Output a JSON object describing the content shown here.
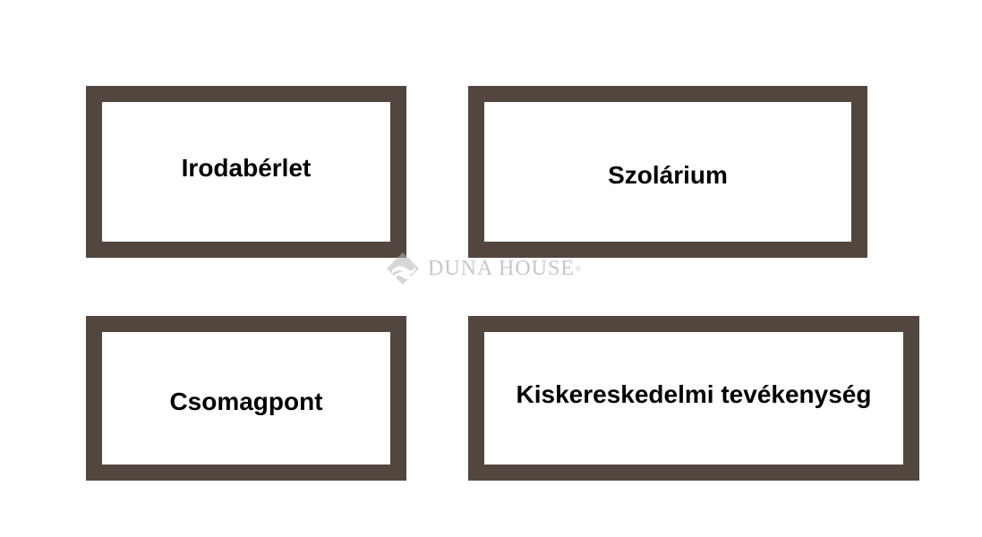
{
  "boxes": [
    {
      "label": "Irodabérlet"
    },
    {
      "label": "Szolárium"
    },
    {
      "label": "Csomagpont"
    },
    {
      "label": "Kiskereskedelmi tevékenység"
    }
  ],
  "watermark": {
    "text": "DUNA HOUSE",
    "registered_mark": "®"
  },
  "colors": {
    "box_border": "#53463f",
    "background": "#ffffff",
    "text": "#000000",
    "watermark": "#9a9a9a"
  }
}
